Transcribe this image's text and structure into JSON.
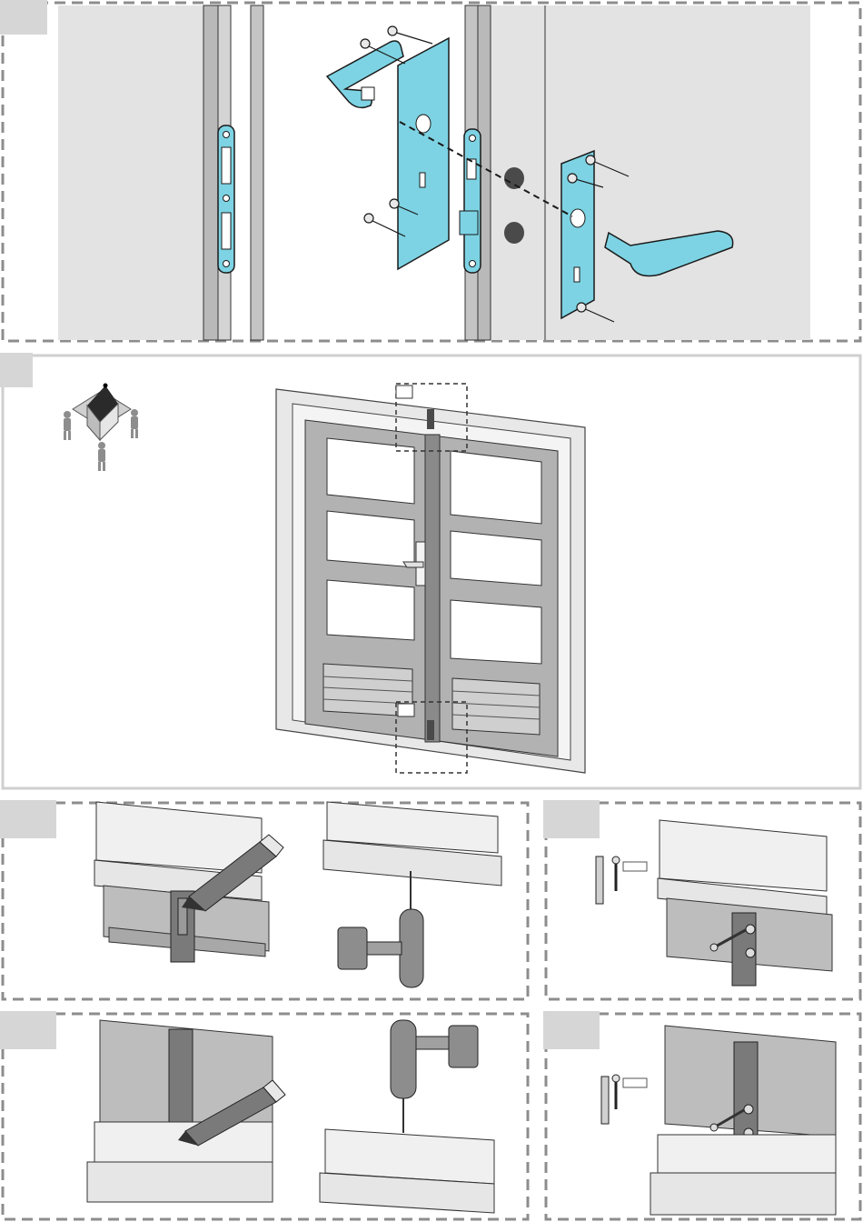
{
  "colors": {
    "accent_part": "#7dd3e3",
    "part_outline": "#1a1a1a",
    "wall_gray": "#e3e3e3",
    "frame_gray": "#b9b9b9",
    "dark_gray": "#8a8a8a",
    "dashed_border": "#8d8d8d",
    "step_tab": "#d6d6d6"
  },
  "panels": [
    {
      "id": "handle-assembly",
      "step_number": ""
    },
    {
      "id": "double-door-overview",
      "step_number": ""
    },
    {
      "id": "mark-top-bolt",
      "step_number": ""
    },
    {
      "id": "screw-top-bolt",
      "step_number": ""
    },
    {
      "id": "mark-bottom-bolt",
      "step_number": ""
    },
    {
      "id": "screw-bottom-bolt",
      "step_number": ""
    }
  ],
  "icons": [
    "pencil-icon",
    "drill-icon",
    "screw-icon",
    "wall-plug-icon",
    "person-icon",
    "house-icon"
  ]
}
